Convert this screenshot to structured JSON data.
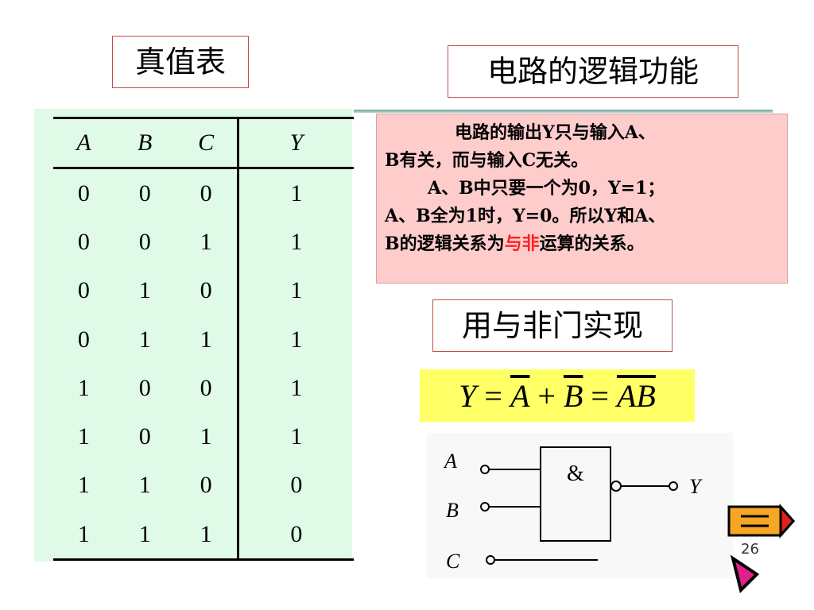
{
  "titles": {
    "truth_table": "真值表",
    "logic_function": "电路的逻辑功能",
    "nand_impl": "用与非门实现"
  },
  "truth_table": {
    "headers": {
      "a": "A",
      "b": "B",
      "c": "C",
      "y": "Y"
    },
    "rows": [
      [
        "0",
        "0",
        "0",
        "1"
      ],
      [
        "0",
        "0",
        "1",
        "1"
      ],
      [
        "0",
        "1",
        "0",
        "1"
      ],
      [
        "0",
        "1",
        "1",
        "1"
      ],
      [
        "1",
        "0",
        "0",
        "1"
      ],
      [
        "1",
        "0",
        "1",
        "1"
      ],
      [
        "1",
        "1",
        "0",
        "0"
      ],
      [
        "1",
        "1",
        "1",
        "0"
      ]
    ]
  },
  "description": {
    "line1": "电路的输出Y只与输入A、",
    "line2": "B有关，而与输入C无关。",
    "line3": "A、B中只要一个为0，Y=1；",
    "line4": "A、B全为1时，Y=0。所以Y和A、",
    "line5_pre": "B的逻辑关系为",
    "line5_red": "与非",
    "line5_post": "运算的关系。"
  },
  "formula": {
    "y": "Y",
    "eq1": " = ",
    "a_bar": "A",
    "plus": " + ",
    "b_bar": "B",
    "eq2": " = ",
    "ab_bar": "AB"
  },
  "gate": {
    "symbol": "&",
    "input_a": "A",
    "input_b": "B",
    "input_c": "C",
    "output": "Y"
  },
  "page_number": "26",
  "colors": {
    "title_border": "#c0504d",
    "green_panel": "#e0fae8",
    "pink_box": "#ffcccc",
    "formula_bg": "#ffff66",
    "highlight_red": "#ff2020"
  }
}
